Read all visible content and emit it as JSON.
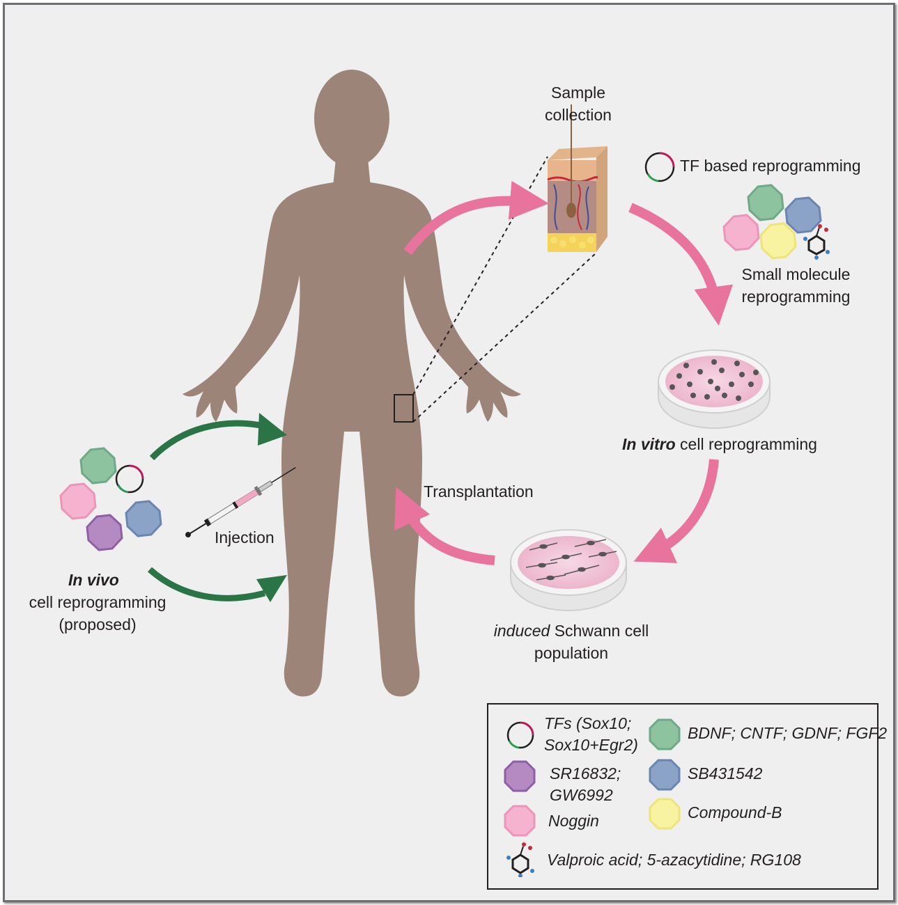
{
  "labels": {
    "sample_collection": [
      "Sample",
      "collection"
    ],
    "tf_reprogramming": "TF based reprogramming",
    "small_molecule": [
      "Small molecule",
      "reprogramming"
    ],
    "in_vitro_bold": "In vitro",
    "in_vitro_rest": " cell reprogramming",
    "transplantation": "Transplantation",
    "injection": "Injection",
    "in_vivo_bold": "In vivo",
    "in_vivo_lines": [
      "cell reprogramming",
      "(proposed)"
    ],
    "induced_italic": "induced",
    "induced_rest": " Schwann cell",
    "induced_line2": "population"
  },
  "legend": {
    "tfs": [
      "TFs (Sox10;",
      "Sox10+Egr2)"
    ],
    "bdnf": "BDNF; CNTF; GDNF; FGF2",
    "sr": [
      "SR16832;",
      "GW6992"
    ],
    "sb": "SB431542",
    "noggin": "Noggin",
    "compound": "Compound-B",
    "valproic": "Valproic acid; 5-azacytidine; RG108"
  },
  "colors": {
    "background": "#efefef",
    "body": "#9c8478",
    "pink_arrow": "#e8739c",
    "green_arrow": "#2a7446",
    "green_octagon": "#8ec3a0",
    "blue_octagon": "#8aa3c6",
    "pink_octagon": "#f5b3cf",
    "yellow_octagon": "#f7f3a0",
    "purple_octagon": "#b58ac3",
    "dish_pink": "#f2c8da"
  },
  "icons": [
    "plasmid-icon",
    "octagon-icon",
    "molecule-icon",
    "syringe-icon",
    "skin-sample-icon",
    "petri-dish-icon"
  ]
}
